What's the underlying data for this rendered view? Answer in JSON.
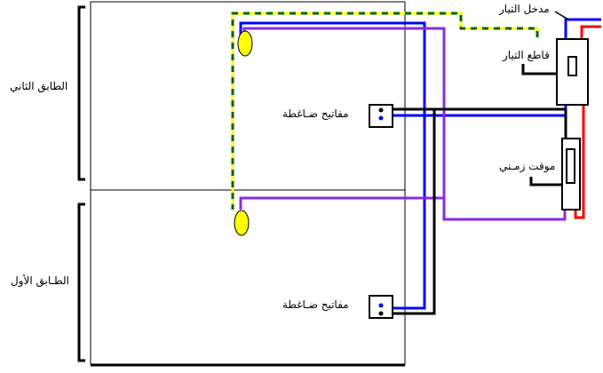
{
  "labels": {
    "floor_two": "الطابق الثاني",
    "floor_one": "الطـابق الأول",
    "push_switch_top": "مفاتيح ضـاغطة",
    "push_switch_bottom": "مفاتيح ضـاغطة",
    "power_input": "مدخل التيار",
    "breaker": "قاطع التيار",
    "timer": "موقت زمـني"
  },
  "colors": {
    "phase": "#ff0000",
    "neutral": "#0000ff",
    "return": "#8a2be2",
    "control": "#000000",
    "earth_a": "#ffff00",
    "earth_b": "#006400",
    "lamp": "#ffff00"
  }
}
